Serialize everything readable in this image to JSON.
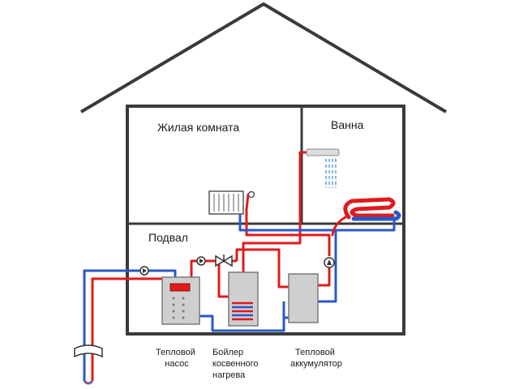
{
  "rooms": {
    "living_room": "Жилая комната",
    "bathroom": "Ванна",
    "basement": "Подвал"
  },
  "equipment": {
    "heat_pump": [
      "Тепловой",
      "насос"
    ],
    "boiler": [
      "Бойлер",
      "косвенного",
      "нагрева"
    ],
    "accumulator": [
      "Тепловой",
      "аккумулятор"
    ]
  },
  "colors": {
    "wall": "#3a3a3a",
    "hot_pipe": "#e01b1b",
    "cold_pipe": "#2b57c8",
    "device_fill": "#cfcfcf",
    "shower_water": "#5aa3e0"
  },
  "icons": [
    "radiator-icon",
    "shower-icon",
    "circulation-pump-icon",
    "valve-icon",
    "floor-heating-coil-icon",
    "ground-probe-icon"
  ]
}
